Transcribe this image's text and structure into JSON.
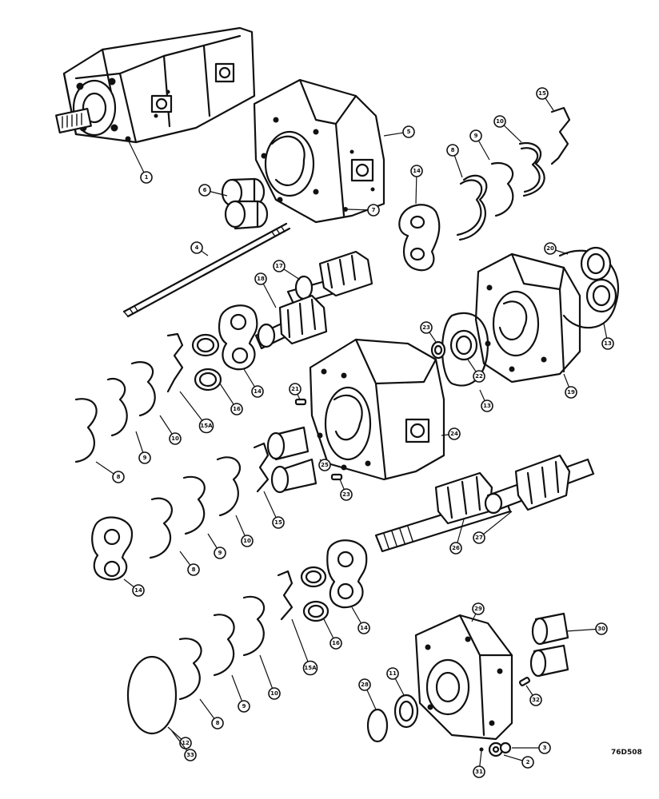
{
  "figure_id": "76D508",
  "colors": {
    "ink": "#111111",
    "paper": "#ffffff"
  },
  "callouts": [
    {
      "id": "c1",
      "label": "1"
    },
    {
      "id": "c5",
      "label": "5"
    },
    {
      "id": "c6",
      "label": "6"
    },
    {
      "id": "c7",
      "label": "7"
    },
    {
      "id": "c4",
      "label": "4"
    },
    {
      "id": "c14a",
      "label": "14"
    },
    {
      "id": "c8a",
      "label": "8"
    },
    {
      "id": "c9a",
      "label": "9"
    },
    {
      "id": "c10a",
      "label": "10"
    },
    {
      "id": "c15a",
      "label": "15"
    },
    {
      "id": "c17",
      "label": "17"
    },
    {
      "id": "c18",
      "label": "18"
    },
    {
      "id": "c20",
      "label": "20"
    },
    {
      "id": "c13a",
      "label": "13"
    },
    {
      "id": "c19",
      "label": "19"
    },
    {
      "id": "c22",
      "label": "22"
    },
    {
      "id": "c23",
      "label": "23"
    },
    {
      "id": "c13b",
      "label": "13"
    },
    {
      "id": "c14b",
      "label": "14"
    },
    {
      "id": "c16a",
      "label": "16"
    },
    {
      "id": "c15b",
      "label": "15A"
    },
    {
      "id": "c10b",
      "label": "10"
    },
    {
      "id": "c9b",
      "label": "9"
    },
    {
      "id": "c8b",
      "label": "8"
    },
    {
      "id": "c21",
      "label": "21"
    },
    {
      "id": "c24",
      "label": "24"
    },
    {
      "id": "c25",
      "label": "25"
    },
    {
      "id": "c23b",
      "label": "23"
    },
    {
      "id": "c15c",
      "label": "15"
    },
    {
      "id": "c10c",
      "label": "10"
    },
    {
      "id": "c9c",
      "label": "9"
    },
    {
      "id": "c8c",
      "label": "8"
    },
    {
      "id": "c14c",
      "label": "14"
    },
    {
      "id": "c26",
      "label": "26"
    },
    {
      "id": "c27",
      "label": "27"
    },
    {
      "id": "c14d",
      "label": "14"
    },
    {
      "id": "c16b",
      "label": "16"
    },
    {
      "id": "c15d",
      "label": "15A"
    },
    {
      "id": "c10d",
      "label": "10"
    },
    {
      "id": "c9d",
      "label": "9"
    },
    {
      "id": "c8d",
      "label": "8"
    },
    {
      "id": "c12",
      "label": "12"
    },
    {
      "id": "c33",
      "label": "33"
    },
    {
      "id": "c29",
      "label": "29"
    },
    {
      "id": "c30",
      "label": "30"
    },
    {
      "id": "c11",
      "label": "11"
    },
    {
      "id": "c28",
      "label": "28"
    },
    {
      "id": "c32",
      "label": "32"
    },
    {
      "id": "c31",
      "label": "31"
    },
    {
      "id": "c3",
      "label": "3"
    },
    {
      "id": "c2",
      "label": "2"
    }
  ]
}
